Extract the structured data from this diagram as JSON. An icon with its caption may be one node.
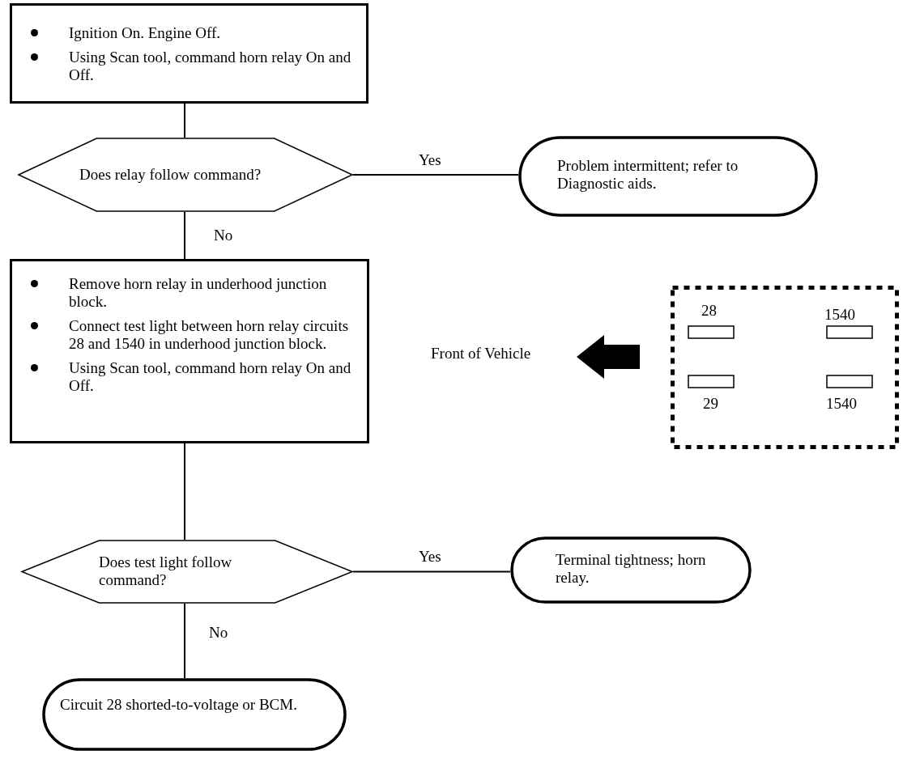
{
  "diagram": {
    "nodes": [
      {
        "text": [
          "Ignition On. Engine Off.",
          "Using Scan tool, command horn relay On and Off."
        ]
      },
      {
        "text": [
          "Does relay follow command?"
        ]
      },
      {
        "text": [
          "Problem intermittent; refer to Diagnostic aids."
        ]
      },
      {
        "text": [
          "Remove horn relay in underhood junction block.",
          "Connect test light between horn relay circuits 28 and 1540 in underhood junction block.",
          "Using Scan tool, command horn relay On and Off."
        ]
      },
      {
        "text": [
          "Does test light follow command?"
        ]
      },
      {
        "text": [
          "Terminal tightness; horn relay."
        ]
      },
      {
        "text": [
          "Circuit 28 shorted-to-voltage or BCM."
        ]
      },
      {
        "text": [
          "28",
          "1540",
          "29",
          "1540"
        ]
      }
    ],
    "edges": [
      {
        "from": 0,
        "to": 1,
        "arrow": "none"
      },
      {
        "from": 1,
        "to": 2,
        "arrow": "none",
        "label": "Yes"
      },
      {
        "from": 1,
        "to": 3,
        "arrow": "none",
        "label": "No"
      },
      {
        "from": 3,
        "to": 4,
        "arrow": "none"
      },
      {
        "from": 4,
        "to": 5,
        "arrow": "none",
        "label": "Yes"
      },
      {
        "from": 4,
        "to": 6,
        "arrow": "none",
        "label": "No"
      }
    ],
    "labels": [
      "Front of Vehicle"
    ]
  }
}
